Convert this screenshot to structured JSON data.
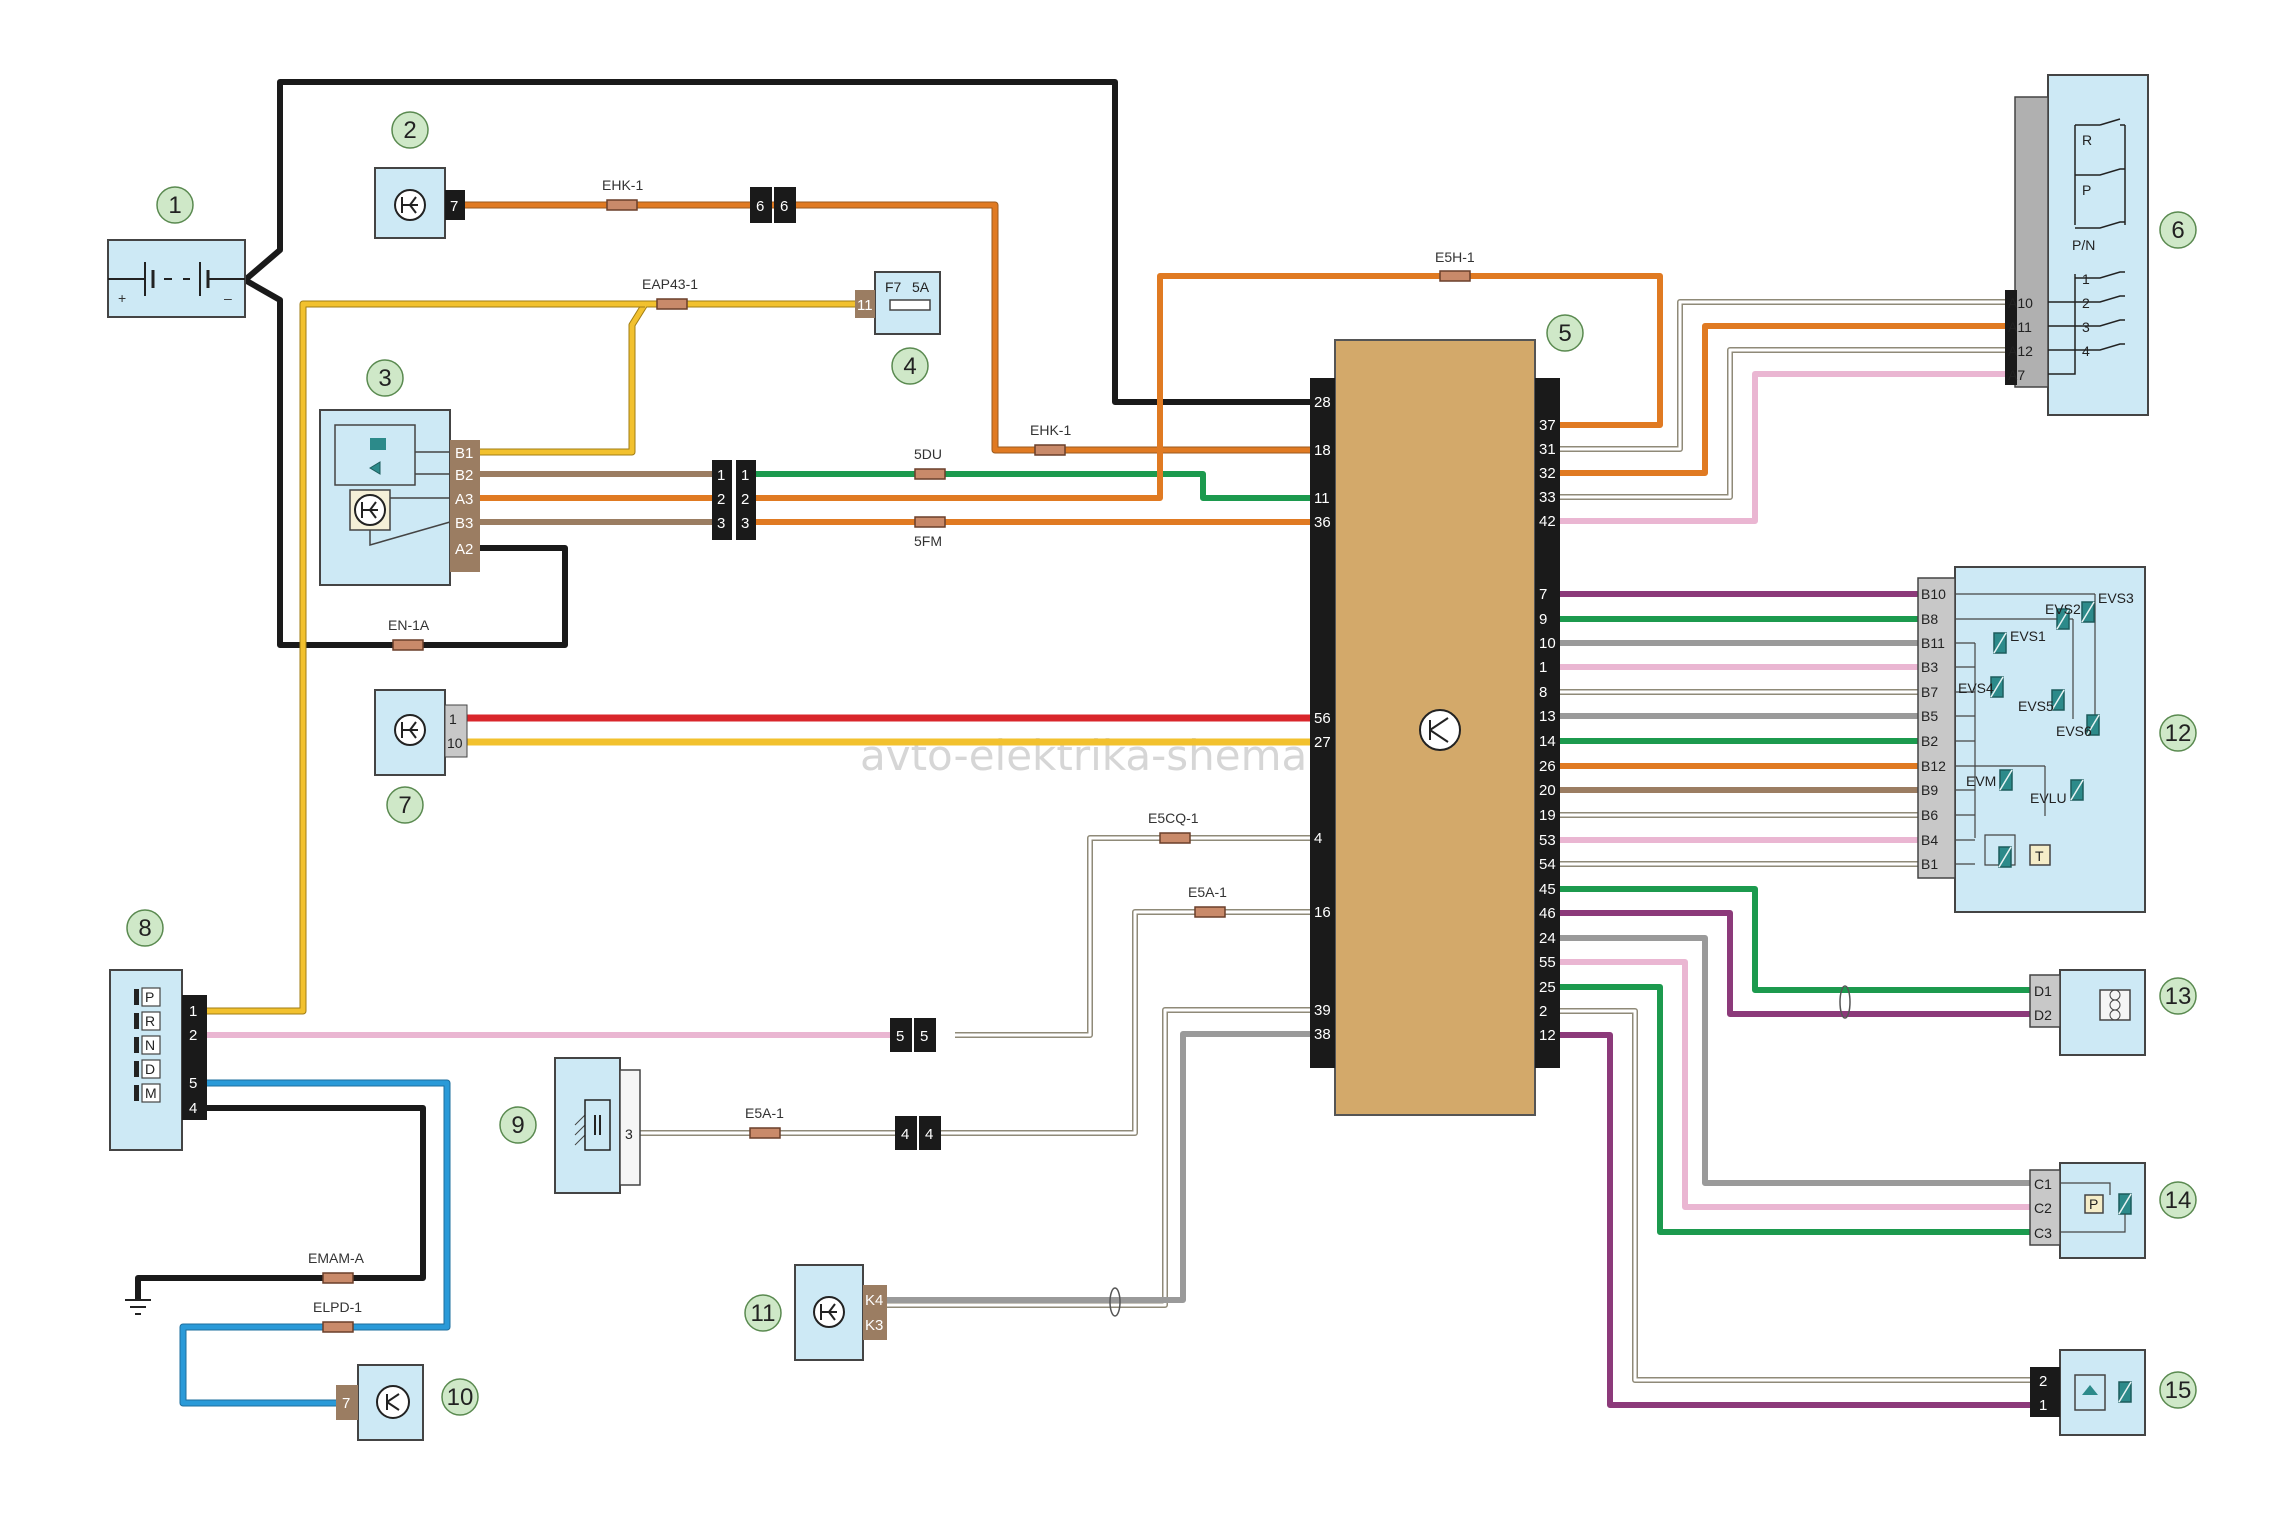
{
  "watermark": "avto-elektrika-shema.ru",
  "callouts": [
    "1",
    "2",
    "3",
    "4",
    "5",
    "6",
    "7",
    "8",
    "9",
    "10",
    "11",
    "12",
    "13",
    "14",
    "15"
  ],
  "wire_labels": {
    "ehk1_top": "EHK-1",
    "eap43": "EAP43-1",
    "e5h": "E5H-1",
    "ehk1_mid": "EHK-1",
    "fdu": "5DU",
    "ffm": "5FM",
    "en1a": "EN-1A",
    "e5cq": "E5CQ-1",
    "e5a_a": "E5A-1",
    "e5a_b": "E5A-1",
    "emam": "EMAM-A",
    "elpd": "ELPD-1"
  },
  "fuse": {
    "name": "F7",
    "rating": "5A",
    "pin": "11"
  },
  "battery": {
    "plus": "+",
    "minus": "–"
  },
  "ecu_left_pins": [
    "28",
    "18",
    "11",
    "36",
    "56",
    "27",
    "4",
    "16",
    "39",
    "38"
  ],
  "ecu_right_pins": [
    "37",
    "31",
    "32",
    "33",
    "42",
    "7",
    "9",
    "10",
    "1",
    "8",
    "13",
    "14",
    "26",
    "20",
    "19",
    "53",
    "54",
    "45",
    "46",
    "24",
    "55",
    "25",
    "2",
    "12"
  ],
  "c3_pins": [
    "B1",
    "B2",
    "A3",
    "B3",
    "A2"
  ],
  "conn_123": [
    "1",
    "2",
    "3"
  ],
  "conn_6": [
    "6",
    "6"
  ],
  "conn_5": [
    "5",
    "5"
  ],
  "conn_4": [
    "4",
    "4"
  ],
  "c2_pin": "7",
  "c7_pins": [
    "1",
    "10"
  ],
  "c8_pins": [
    "1",
    "2",
    "5",
    "4"
  ],
  "c8_selector": [
    "P",
    "R",
    "N",
    "D",
    "M"
  ],
  "c9_pin": "3",
  "c10_pin": "7",
  "c11_pins": [
    "K4",
    "K3"
  ],
  "c6_pins": [
    "A10",
    "A11",
    "A12",
    "A7"
  ],
  "c6_switches": [
    "R",
    "P",
    "P/N",
    "1",
    "2",
    "3",
    "4"
  ],
  "c12_pins": [
    "B10",
    "B8",
    "B11",
    "B3",
    "B7",
    "B5",
    "B2",
    "B12",
    "B9",
    "B6",
    "B4",
    "B1"
  ],
  "c12_valves": [
    "EVS1",
    "EVS2",
    "EVS3",
    "EVS4",
    "EVS5",
    "EVS6",
    "EVM",
    "EVLU"
  ],
  "c12_sensor": "T",
  "c13_pins": [
    "D1",
    "D2"
  ],
  "c14_pins": [
    "C1",
    "C2",
    "C3"
  ],
  "c14_sensor": "P",
  "c15_pins": [
    "2",
    "1"
  ],
  "colors": {
    "black": "#1a1a1a",
    "orange": "#e07a22",
    "yellow": "#f2c12e",
    "green": "#1c9a4e",
    "red": "#d9262b",
    "brown": "#9b7d62",
    "pink": "#eab6d2",
    "violet": "#8c3a7a",
    "grey": "#9a9a9a",
    "white_wire": "#bdb6a0",
    "blue": "#2a9ad8",
    "ecu": "#d3a96a",
    "component": "#cde9f5",
    "callout_bg": "#cfe8c8"
  }
}
